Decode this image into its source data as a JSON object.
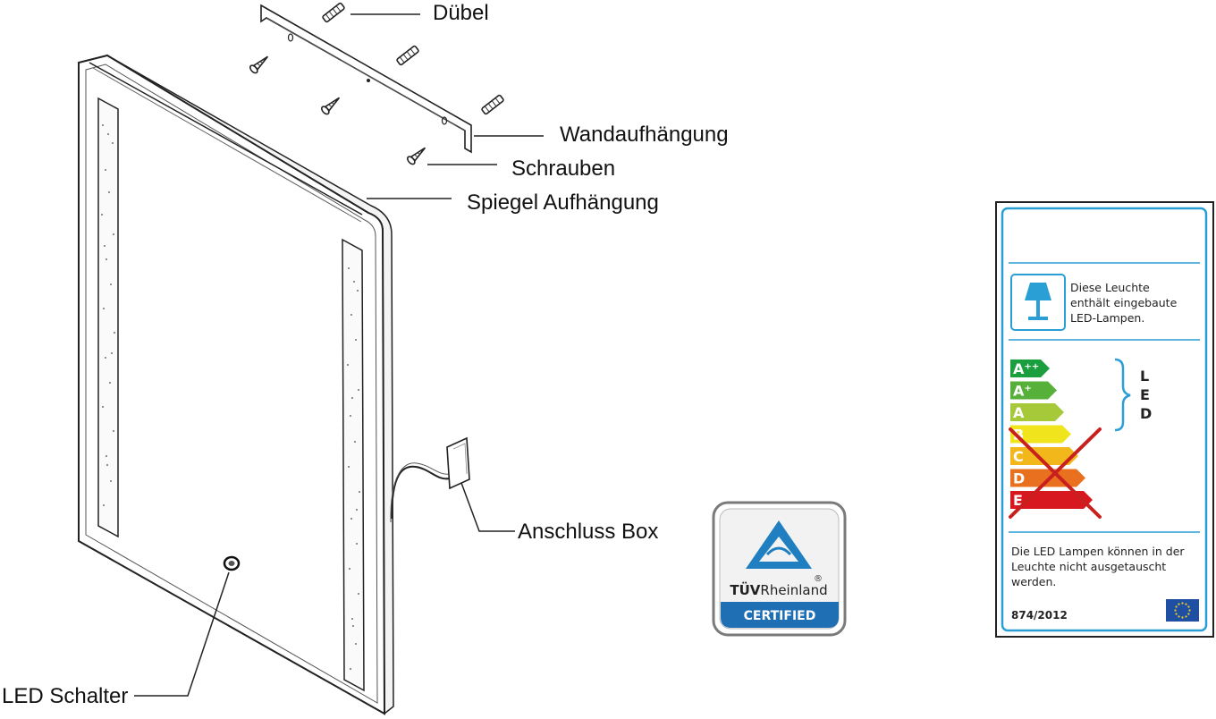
{
  "labels": {
    "duebel": "Dübel",
    "wandaufhaengung": "Wandaufhängung",
    "schrauben": "Schrauben",
    "spiegel_aufhaengung": "Spiegel Aufhängung",
    "anschluss_box": "Anschluss Box",
    "led_schalter": "LED Schalter"
  },
  "tuv": {
    "brand_tuv": "TÜV",
    "brand_rheinland": "Rheinland",
    "registered": "®",
    "certified": "CERTIFIED"
  },
  "energy_label": {
    "lamp_text_line1": "Diese Leuchte",
    "lamp_text_line2": "enthält eingebaute",
    "lamp_text_line3": "LED-Lampen.",
    "classes": [
      "A⁺⁺",
      "A⁺",
      "A",
      "B",
      "C",
      "D",
      "E"
    ],
    "class_colors": [
      "#1b9e3e",
      "#56b03a",
      "#a6c93a",
      "#f0e51c",
      "#f2b81b",
      "#e9701e",
      "#d7181e"
    ],
    "led_letters": [
      "L",
      "E",
      "D"
    ],
    "footer_line1": "Die LED Lampen können in der",
    "footer_line2": "Leuchte nicht ausgetauscht",
    "footer_line3": "werden.",
    "regulation": "874/2012",
    "accent_color": "#2a9fd6",
    "cross_color": "#c8201e"
  }
}
